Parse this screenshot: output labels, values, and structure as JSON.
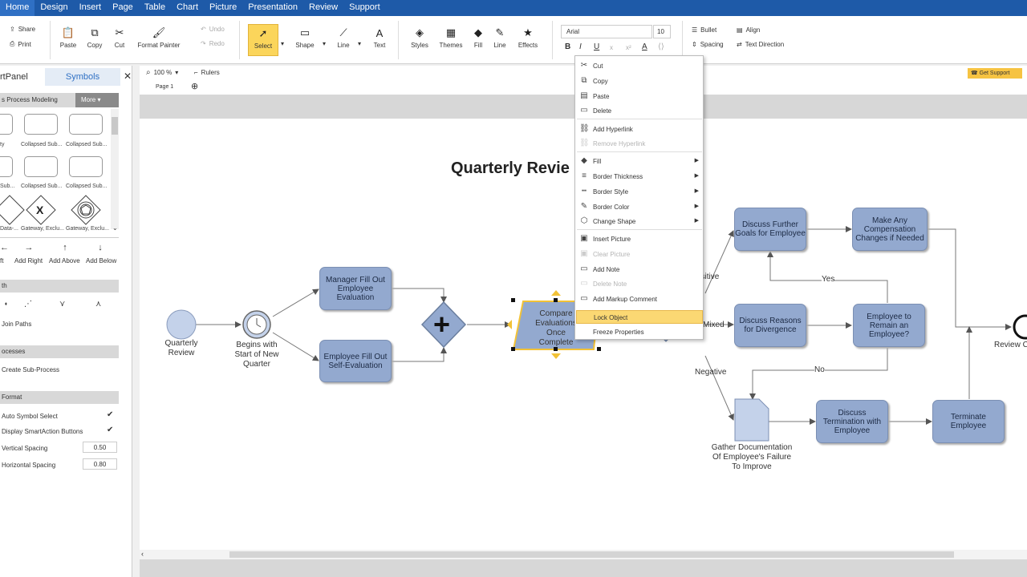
{
  "menu": [
    "Home",
    "Design",
    "Insert",
    "Page",
    "Table",
    "Chart",
    "Picture",
    "Presentation",
    "Review",
    "Support"
  ],
  "ribbon": {
    "share": "Share",
    "print": "Print",
    "paste": "Paste",
    "copy": "Copy",
    "cut": "Cut",
    "format_painter": "Format Painter",
    "undo": "Undo",
    "redo": "Redo",
    "select": "Select",
    "shape": "Shape",
    "line": "Line",
    "text": "Text",
    "styles": "Styles",
    "themes": "Themes",
    "fill": "Fill",
    "line2": "Line",
    "effects": "Effects",
    "font": "Arial",
    "font_size": "10",
    "bullet": "Bullet",
    "align": "Align",
    "spacing": "Spacing",
    "text_direction": "Text Direction"
  },
  "toolbar2": {
    "zoom": "100 %",
    "rulers": "Rulers",
    "page_tab": "Page 1",
    "get_support": "Get Support"
  },
  "panel": {
    "tab1": "rtPanel",
    "tab2": "Symbols",
    "section": "s Process Modeling",
    "more": "More",
    "symbols": [
      "ty",
      "Collapsed Sub...",
      "Collapsed Sub...",
      "Sub...",
      "Collapsed Sub...",
      "Collapsed Sub...",
      "Data-...",
      "Gateway, Exclu...",
      "Gateway, Exclu..."
    ],
    "add": [
      "ft",
      "Add Right",
      "Add Above",
      "Add Below"
    ],
    "path_hdr": "th",
    "join_paths": "Join Paths",
    "processes_hdr": "ocesses",
    "create_sub": "Create Sub-Process",
    "format_hdr": "Format",
    "auto_symbol": "Auto Symbol Select",
    "display_smart": "Display SmartAction Buttons",
    "vertical_spacing": "Vertical Spacing",
    "vertical_value": "0.50",
    "horizontal_spacing": "Horizontal Spacing",
    "horizontal_value": "0.80"
  },
  "diagram": {
    "title": "Quarterly Revie",
    "quarterly_review": "Quarterly Review",
    "begins": "Begins with Start of New Quarter",
    "manager": "Manager Fill Out Employee Evaluation",
    "employee_fill": "Employee Fill Out Self-Evaluation",
    "compare": "Compare Evaluations Once Complete",
    "positive": "ositive",
    "mixed": "Mixed",
    "negative": "Negative",
    "discuss_goals": "Discuss Further Goals for Employee",
    "compensation": "Make Any Compensation Changes if Needed",
    "discuss_reasons": "Discuss Reasons for Divergence",
    "remain": "Employee to Remain an Employee?",
    "yes": "Yes",
    "no": "No",
    "gather": "Gather Documentation Of Employee's Failure To Improve",
    "discuss_term": "Discuss Termination with Employee",
    "terminate": "Terminate Employee",
    "review_end": "Review C"
  },
  "context_menu": {
    "cut": "Cut",
    "copy": "Copy",
    "paste": "Paste",
    "delete": "Delete",
    "add_hyperlink": "Add Hyperlink",
    "remove_hyperlink": "Remove Hyperlink",
    "fill": "Fill",
    "border_thickness": "Border Thickness",
    "border_style": "Border Style",
    "border_color": "Border Color",
    "change_shape": "Change Shape",
    "insert_picture": "Insert Picture",
    "clear_picture": "Clear Picture",
    "add_note": "Add Note",
    "delete_note": "Delete Note",
    "add_markup": "Add Markup Comment",
    "lock_object": "Lock Object",
    "freeze_properties": "Freeze Properties"
  }
}
